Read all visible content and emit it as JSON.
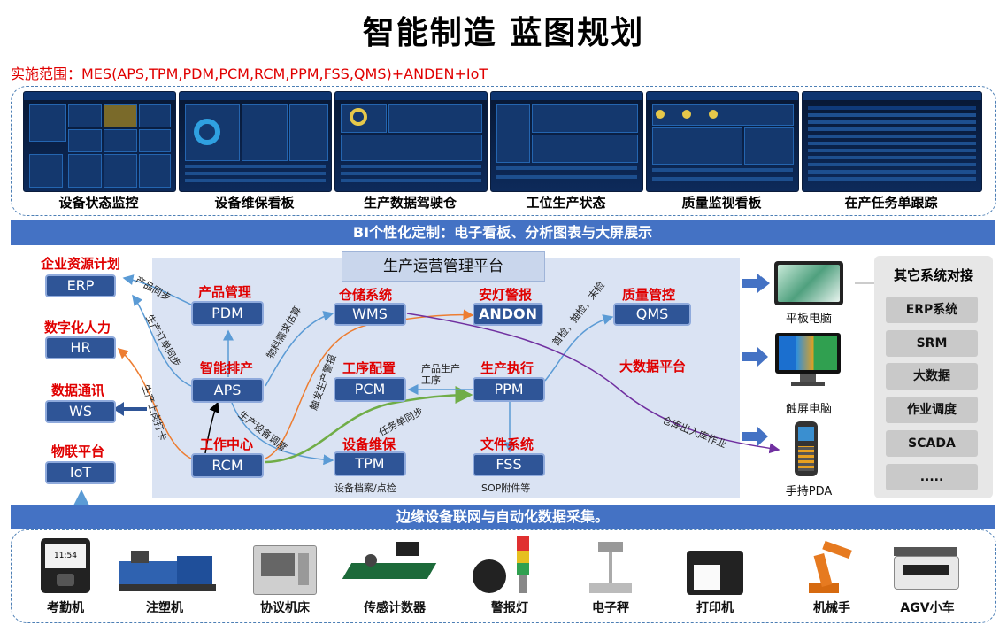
{
  "title": "智能制造 蓝图规划",
  "scope": "实施范围：MES(APS,TPM,PDM,PCM,RCM,PPM,FSS,QMS)+ANDEN+IoT",
  "dashboards": [
    {
      "label": "设备状态监控"
    },
    {
      "label": "设备维保看板"
    },
    {
      "label": "生产数据驾驶仓"
    },
    {
      "label": "工位生产状态"
    },
    {
      "label": "质量监视看板"
    },
    {
      "label": "在产任务单跟踪"
    }
  ],
  "bi_band": "BI个性化定制：电子看板、分析图表与大屏展示",
  "platform_title": "生产运营管理平台",
  "left_systems": [
    {
      "name": "企业资源计划",
      "code": "ERP"
    },
    {
      "name": "数字化人力",
      "code": "HR"
    },
    {
      "name": "数据通讯",
      "code": "WS"
    },
    {
      "name": "物联平台",
      "code": "IoT"
    }
  ],
  "modules": {
    "pdm": {
      "name": "产品管理",
      "code": "PDM"
    },
    "aps": {
      "name": "智能排产",
      "code": "APS"
    },
    "rcm": {
      "name": "工作中心",
      "code": "RCM"
    },
    "wms": {
      "name": "仓储系统",
      "code": "WMS"
    },
    "pcm": {
      "name": "工序配置",
      "code": "PCM"
    },
    "tpm": {
      "name": "设备维保",
      "code": "TPM"
    },
    "andon": {
      "name": "安灯警报",
      "code": "ANDON"
    },
    "ppm": {
      "name": "生产执行",
      "code": "PPM"
    },
    "fss": {
      "name": "文件系统",
      "code": "FSS"
    },
    "qms": {
      "name": "质量管控",
      "code": "QMS"
    }
  },
  "bigdata": "大数据平台",
  "annotations": {
    "product_sync": "产品同步",
    "order_sync": "生产订单同步",
    "clock_in": "生产上岗打卡",
    "material_demand": "物料需求估算",
    "trigger_alarm": "触发生产警报",
    "equip_schedule": "生产设备调度",
    "task_sync": "任务单同步",
    "process_info": "产品生产\n工序",
    "inspection": "首检，抽检，末检",
    "warehouse": "仓库出入库作业",
    "tpm_note": "设备档案/点检",
    "fss_note": "SOP附件等"
  },
  "devices": [
    {
      "label": "平板电脑"
    },
    {
      "label": "触屏电脑"
    },
    {
      "label": "手持PDA"
    }
  ],
  "other_title": "其它系统对接",
  "other_systems": [
    "ERP系统",
    "SRM",
    "大数据",
    "作业调度",
    "SCADA",
    "....."
  ],
  "edge_band": "边缘设备联网与自动化数据采集。",
  "equipment": [
    {
      "label": "考勤机",
      "icon": "attendance-machine-icon"
    },
    {
      "label": "注塑机",
      "icon": "injection-machine-icon"
    },
    {
      "label": "协议机床",
      "icon": "machine-tool-icon"
    },
    {
      "label": "传感计数器",
      "icon": "sensor-counter-icon"
    },
    {
      "label": "警报灯",
      "icon": "alarm-light-icon"
    },
    {
      "label": "电子秤",
      "icon": "scale-icon"
    },
    {
      "label": "打印机",
      "icon": "printer-icon"
    },
    {
      "label": "机械手",
      "icon": "robot-arm-icon"
    },
    {
      "label": "AGV小车",
      "icon": "agv-icon"
    }
  ],
  "colors": {
    "band": "#4472c4",
    "module_box": "#2f5597",
    "red_label": "#e00000",
    "platform_bg": "#dae3f3"
  }
}
